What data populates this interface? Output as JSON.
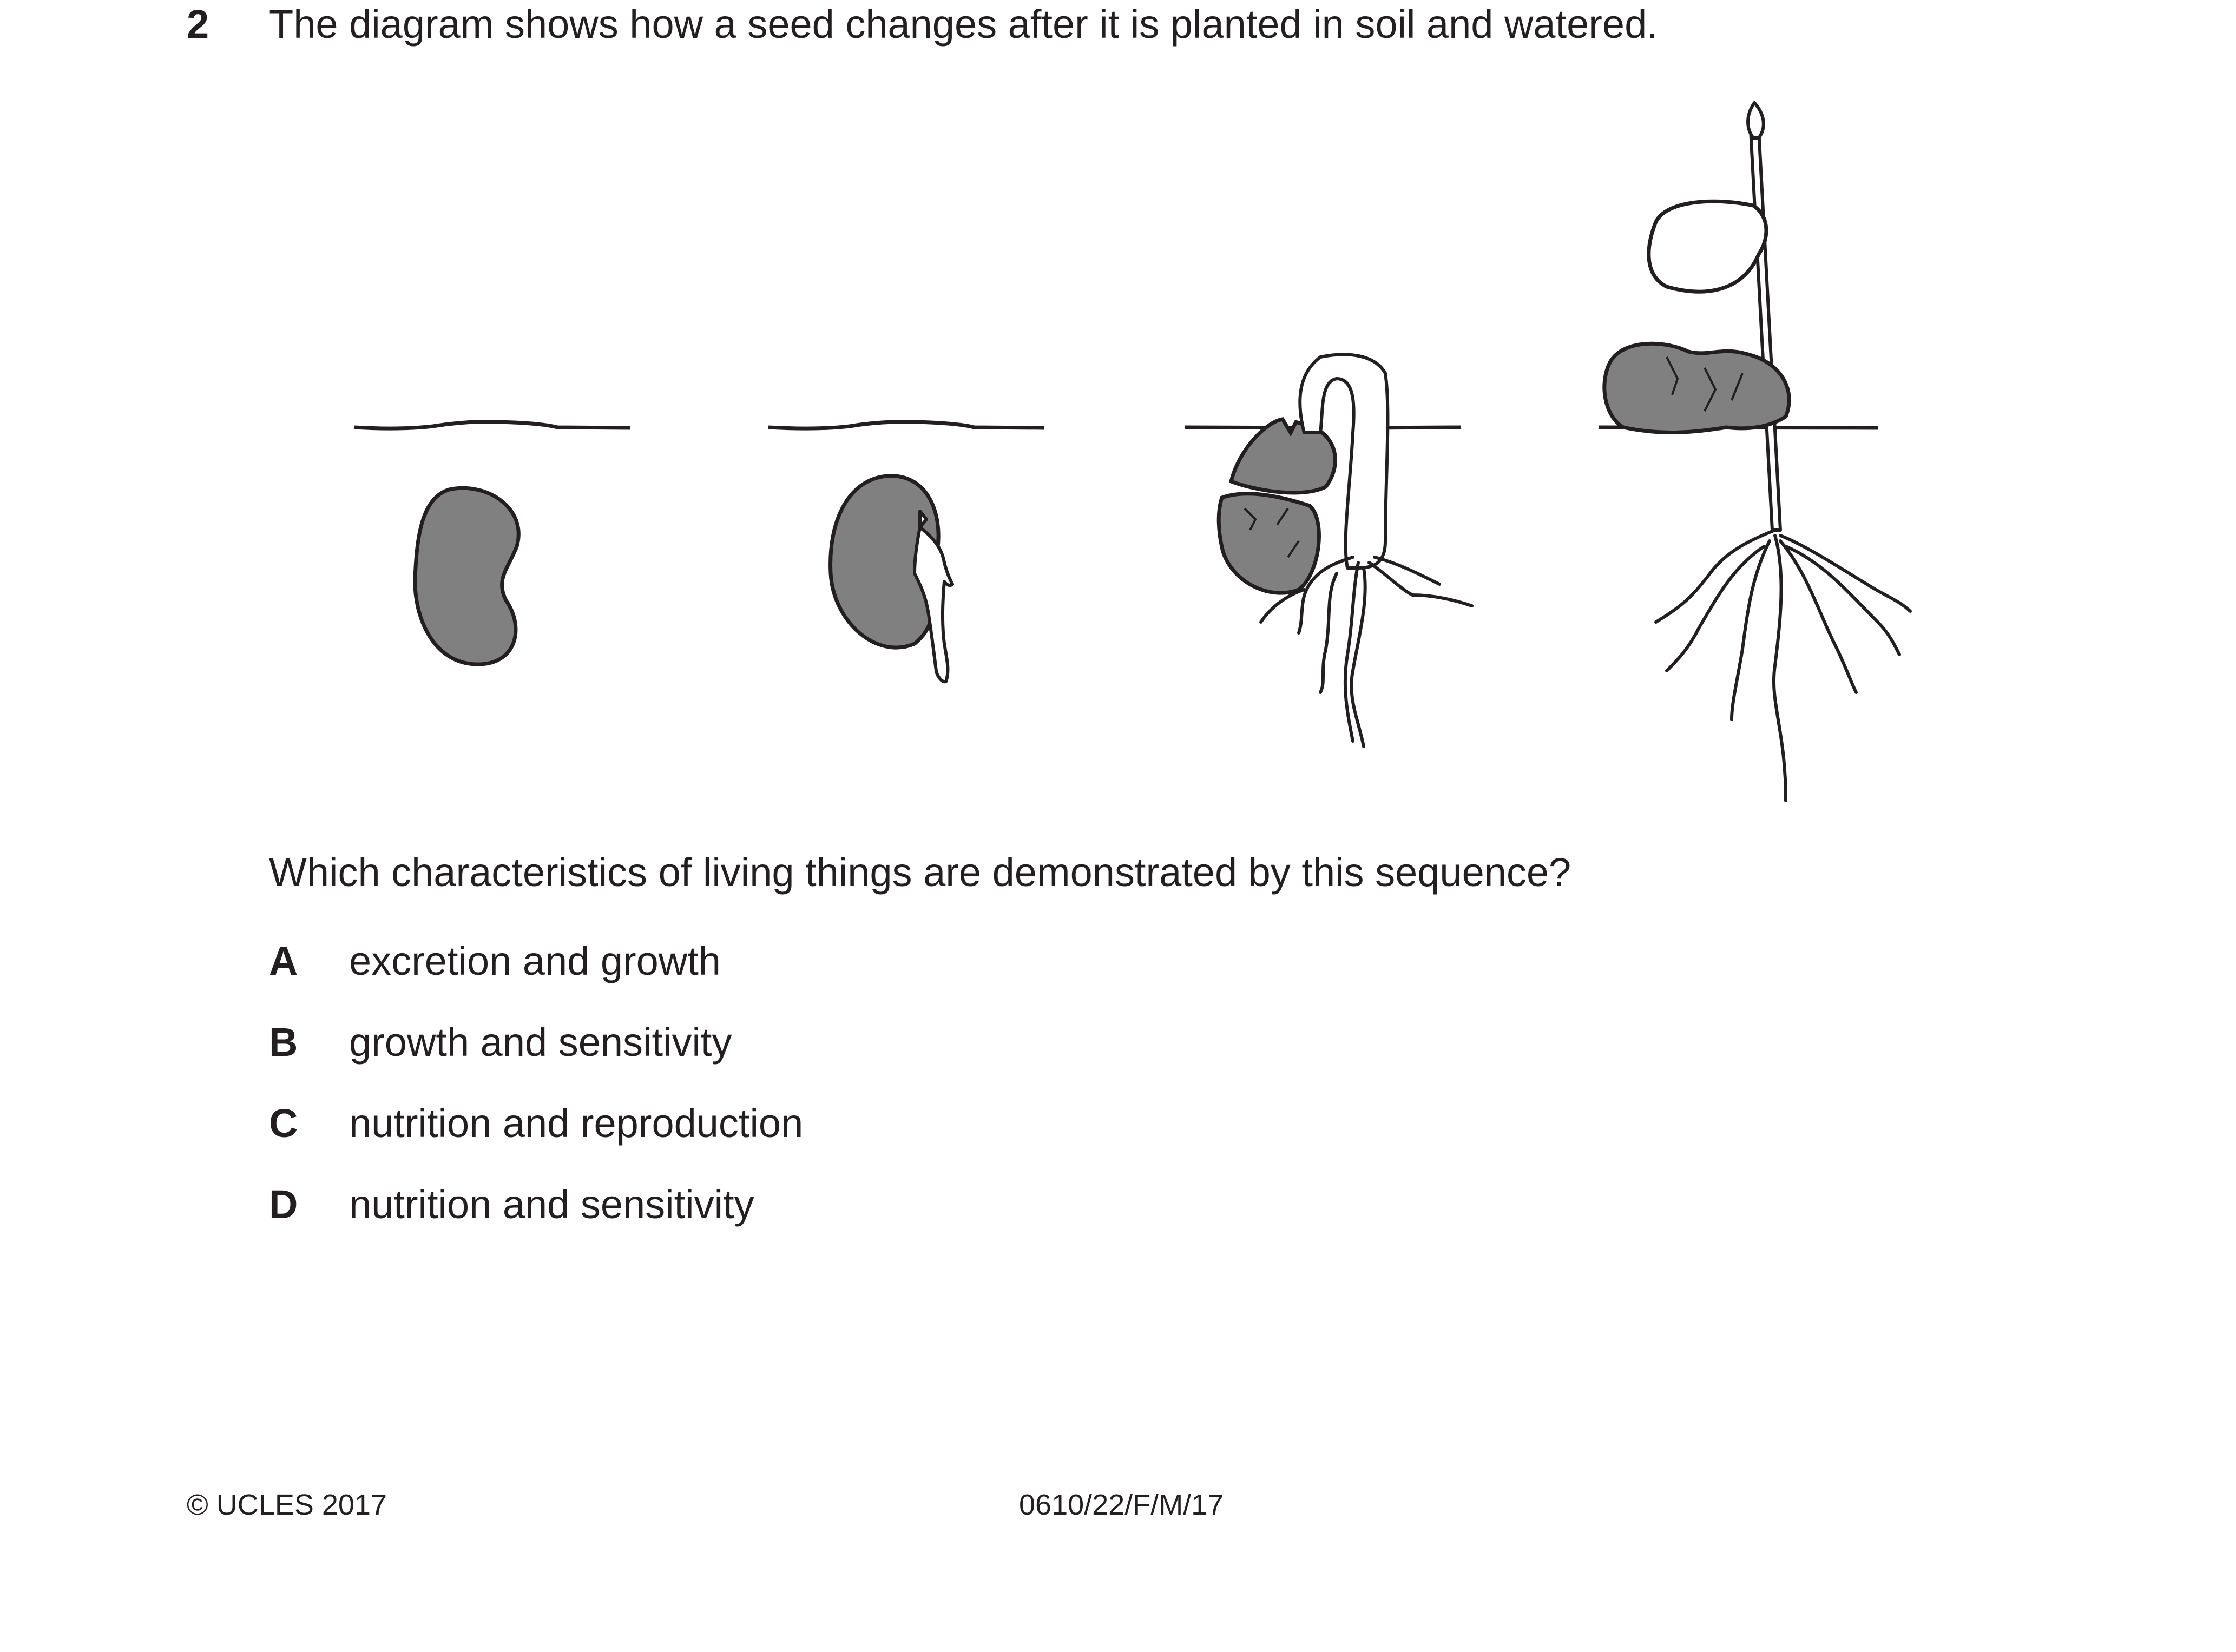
{
  "question": {
    "number": "2",
    "stem": "The diagram shows how a seed changes after it is planted in soil and watered.",
    "prompt": "Which characteristics of living things are demonstrated by this sequence?",
    "options": [
      {
        "letter": "A",
        "text": "excretion and growth"
      },
      {
        "letter": "B",
        "text": "growth and sensitivity"
      },
      {
        "letter": "C",
        "text": "nutrition and reproduction"
      },
      {
        "letter": "D",
        "text": "nutrition and sensitivity"
      }
    ]
  },
  "footer": {
    "copyright": "© UCLES 2017",
    "code": "0610/22/F/M/17"
  },
  "colors": {
    "seed": "#808080",
    "ink": "#231f20"
  }
}
